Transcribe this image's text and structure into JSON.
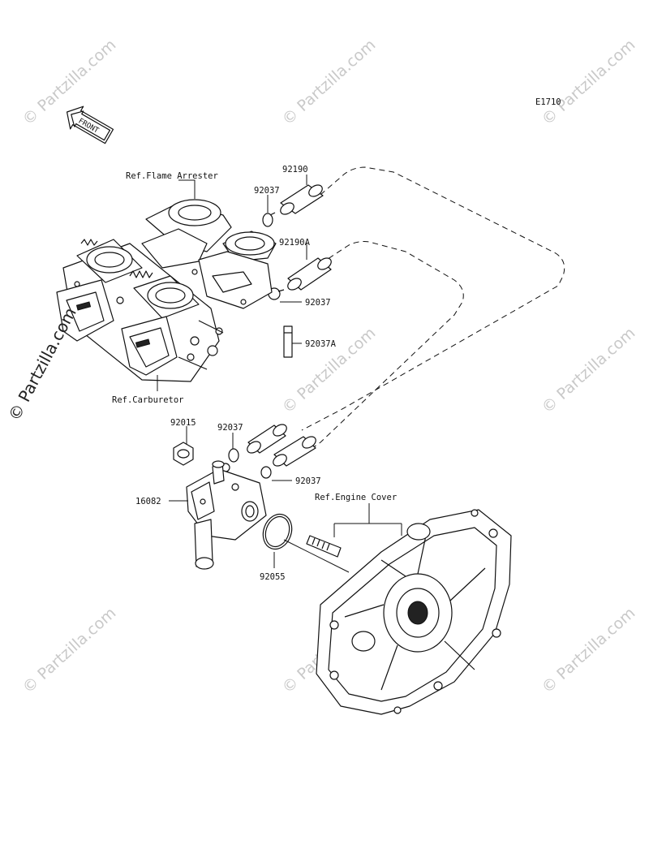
{
  "diagram": {
    "code": "E1710",
    "front_label": "FRONT",
    "refs": {
      "flame_arrester": "Ref.Flame Arrester",
      "carburetor": "Ref.Carburetor",
      "engine_cover": "Ref.Engine Cover"
    },
    "parts": {
      "p92190": "92190",
      "p92037_top": "92037",
      "p92190A": "92190A",
      "p92037_mid": "92037",
      "p92037A": "92037A",
      "p92015": "92015",
      "p92037_low": "92037",
      "p92037_bot": "92037",
      "p16082": "16082",
      "p92055": "92055"
    }
  },
  "watermark": {
    "text": "© Partzilla.com",
    "side_text": "© Partzilla.com"
  }
}
